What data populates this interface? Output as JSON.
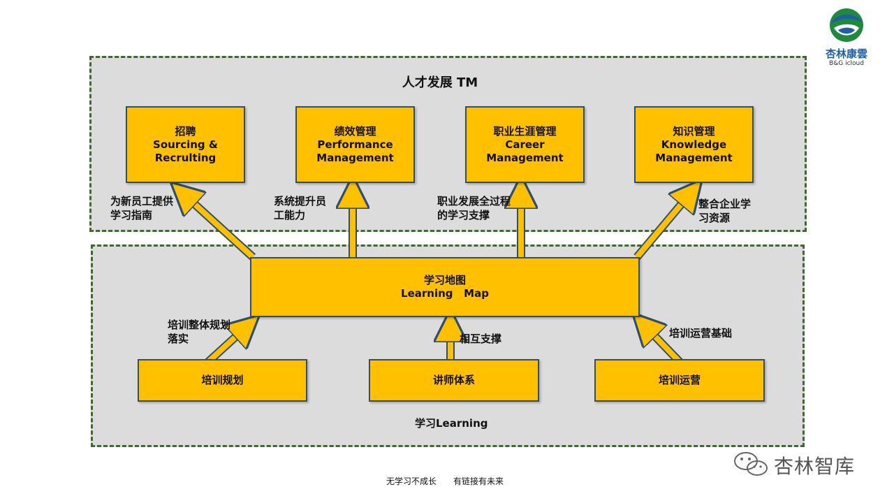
{
  "logo": {
    "name": "杏林康雲",
    "sub": "B&G icloud"
  },
  "top_panel": {
    "title": "人才发展 TM",
    "boxes": [
      {
        "cn": "招聘",
        "en1": "Sourcing &",
        "en2": "Recrulting"
      },
      {
        "cn": "绩效管理",
        "en1": "Performance",
        "en2": "Management"
      },
      {
        "cn": "职业生涯管理",
        "en1": "Career",
        "en2": "Management"
      },
      {
        "cn": "知识管理",
        "en1": "Knowledge",
        "en2": "Management"
      }
    ],
    "arrow_labels": [
      {
        "line1": "为新员工提供",
        "line2": "学习指南"
      },
      {
        "line1": "系统提升员",
        "line2": "工能力"
      },
      {
        "line1": "职业发展全过程",
        "line2": "的学习支撑"
      },
      {
        "line1": "整合企业学",
        "line2": "习资源"
      }
    ]
  },
  "learning_map": {
    "cn": "学习地图",
    "en": "Learning   Map"
  },
  "bottom_panel": {
    "title": "学习Learning",
    "boxes": [
      "培训规划",
      "讲师体系",
      "培训运营"
    ],
    "arrow_labels": [
      {
        "line1": "培训整体规划",
        "line2": "落实"
      },
      {
        "line1": "相互支撑",
        "line2": ""
      },
      {
        "line1": "培训运营基础",
        "line2": ""
      }
    ]
  },
  "footer": {
    "left": "无学习不成长",
    "right": "有链接有未来"
  },
  "watermark": "杏林智库",
  "colors": {
    "box": "#ffc000",
    "panel": "#dcdcdc",
    "border": "#3d6b2a",
    "box_border": "#2f4f6f"
  }
}
